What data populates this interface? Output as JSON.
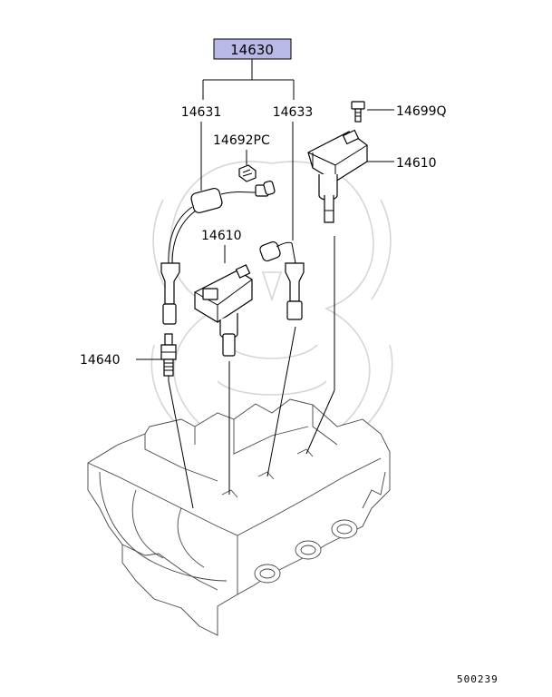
{
  "diagram": {
    "assembly_number": "14630",
    "highlight_color": "#b9b9e6",
    "labels": {
      "wire_left": "14631",
      "wire_right": "14633",
      "bolt": "14699Q",
      "clip": "14692PC",
      "coil_top": "14610",
      "coil_mid": "14610",
      "spark_plug": "14640"
    },
    "figure_code": "500239"
  }
}
